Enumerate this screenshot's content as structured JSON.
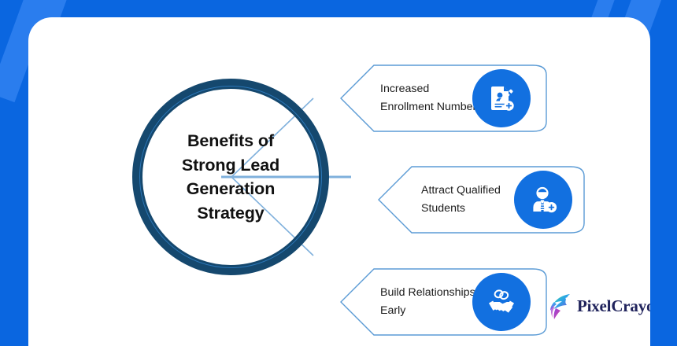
{
  "theme": {
    "frame_blue": "#0a66e0",
    "stripe_blue": "#2a7dee",
    "canvas_white": "#ffffff",
    "hub_ring_navy": "#15486e",
    "hub_ring_accent": "#2f7fc4",
    "icon_circle_blue": "#1270e0",
    "card_outline_blue": "#5b9bd5",
    "connector_blue": "#9dc3e6",
    "text_dark": "#1c1c1c",
    "brand_navy": "#20235c"
  },
  "hub": {
    "title": "Benefits of\nStrong Lead\nGeneration\nStrategy"
  },
  "items": [
    {
      "label": "Increased\nEnrollment Numbers",
      "icon": "form-add-person-icon"
    },
    {
      "label": "Attract Qualified\nStudents",
      "icon": "user-badge-add-icon"
    },
    {
      "label": "Build Relationships\nEarly",
      "icon": "handshake-rings-icon"
    }
  ],
  "brand": {
    "name": "PixelCrayons",
    "trademark": "™",
    "logo": "hummingbird-logo"
  }
}
